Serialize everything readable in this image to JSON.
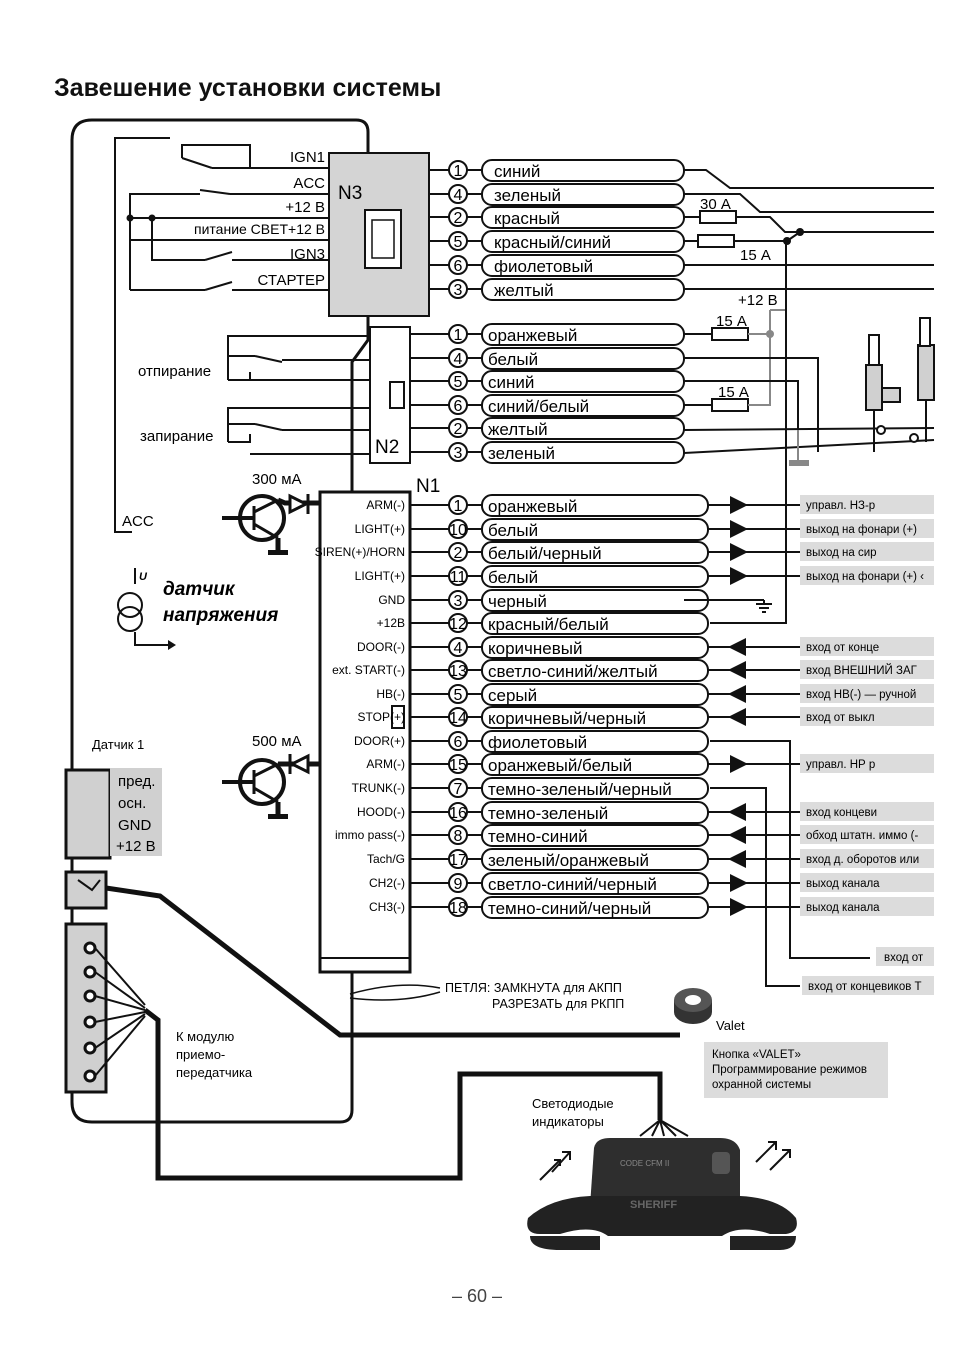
{
  "title": "Завешение установки системы",
  "page_number": "– 60 –",
  "n3": {
    "name": "N3",
    "left_labels": [
      "IGN1",
      "ACC",
      "+12 В",
      "питание СВЕТ+12 В",
      "IGN3",
      "СТАРТЕР"
    ],
    "pins": [
      {
        "num": "1",
        "color": "синий"
      },
      {
        "num": "4",
        "color": "зеленый"
      },
      {
        "num": "2",
        "color": "красный"
      },
      {
        "num": "5",
        "color": "красный/синий"
      },
      {
        "num": "6",
        "color": "фиолетовый"
      },
      {
        "num": "3",
        "color": "желтый"
      }
    ],
    "fuse1": "30 А",
    "fuse2": "15 А"
  },
  "n2": {
    "name": "N2",
    "supply": "+12 В",
    "fuse_upper": "15 А",
    "fuse_lower": "15 А",
    "unlock": "отпирание",
    "lock": "запирание",
    "pins": [
      {
        "num": "1",
        "color": "оранжевый"
      },
      {
        "num": "4",
        "color": "белый"
      },
      {
        "num": "5",
        "color": "синий"
      },
      {
        "num": "6",
        "color": "синий/белый"
      },
      {
        "num": "2",
        "color": "желтый"
      },
      {
        "num": "3",
        "color": "зеленый"
      }
    ]
  },
  "n1": {
    "name": "N1",
    "pins": [
      {
        "sig": "ARM(-)",
        "num": "1",
        "color": "оранжевый",
        "target": "управл. НЗ-р"
      },
      {
        "sig": "LIGHT(+)",
        "num": "10",
        "color": "белый",
        "target": "выход на фонари (+)"
      },
      {
        "sig": "SIREN(+)/HORN",
        "num": "2",
        "color": "белый/черный",
        "target": "выход на сир"
      },
      {
        "sig": "LIGHT(+)",
        "num": "11",
        "color": "белый",
        "target": "выход на фонари (+) ‹"
      },
      {
        "sig": "GND",
        "num": "3",
        "color": "черный",
        "target": ""
      },
      {
        "sig": "+12В",
        "num": "12",
        "color": "красный/белый",
        "target": ""
      },
      {
        "sig": "DOOR(-)",
        "num": "4",
        "color": "коричневый",
        "target": "вход от конце"
      },
      {
        "sig": "ext. START(-)",
        "num": "13",
        "color": "светло-синий/желтый",
        "target": "вход ВНЕШНИЙ ЗАГ"
      },
      {
        "sig": "HB(-)",
        "num": "5",
        "color": "серый",
        "target": "вход НВ(-) — ручной"
      },
      {
        "sig": "STOP(+)",
        "num": "14",
        "color": "коричневый/черный",
        "target": "вход от выкл"
      },
      {
        "sig": "DOOR(+)",
        "num": "6",
        "color": "фиолетовый",
        "target": ""
      },
      {
        "sig": "ARM(-)",
        "num": "15",
        "color": "оранжевый/белый",
        "target": "управл. НР р"
      },
      {
        "sig": "TRUNK(-)",
        "num": "7",
        "color": "темно-зеленый/черный",
        "target": ""
      },
      {
        "sig": "HOOD(-)",
        "num": "16",
        "color": "темно-зеленый",
        "target": "вход концеви"
      },
      {
        "sig": "immo pass(-)",
        "num": "8",
        "color": "темно-синий",
        "target": "обход штатн. иммо (-"
      },
      {
        "sig": "Tach/G",
        "num": "17",
        "color": "зеленый/оранжевый",
        "target": "вход д. оборотов или"
      },
      {
        "sig": "CH2(-)",
        "num": "9",
        "color": "светло-синий/черный",
        "target": "выход канала"
      },
      {
        "sig": "CH3(-)",
        "num": "18",
        "color": "темно-синий/черный",
        "target": "выход канала"
      }
    ],
    "extra_targets": [
      "вход от",
      "вход от концевиков Т"
    ]
  },
  "misc": {
    "acc_label": "ACC",
    "current_300": "300 мА",
    "current_500": "500 мА",
    "voltage_sensor_1": "датчик",
    "voltage_sensor_2": "напряжения",
    "voltage_symbol": "U",
    "sensor1_title": "Датчик 1",
    "sensor1_pins": [
      "пред.",
      "осн.",
      "GND",
      "+12 В"
    ],
    "module_1": "К модулю",
    "module_2": "приемо-",
    "module_3": "передатчика",
    "loop_1": "ПЕТЛЯ: ЗАМКНУТА для АКПП",
    "loop_2": "РАЗРЕЗАТЬ для РКПП",
    "valet": "Valet",
    "valet_desc_1": "Кнопка «VALET»",
    "valet_desc_2": "Программирование режимов",
    "valet_desc_3": "охранной системы",
    "leds_1": "Светодиодые",
    "leds_2": "индикаторы",
    "brand": "SHERIFF",
    "code_text": "CODE CFM II"
  }
}
